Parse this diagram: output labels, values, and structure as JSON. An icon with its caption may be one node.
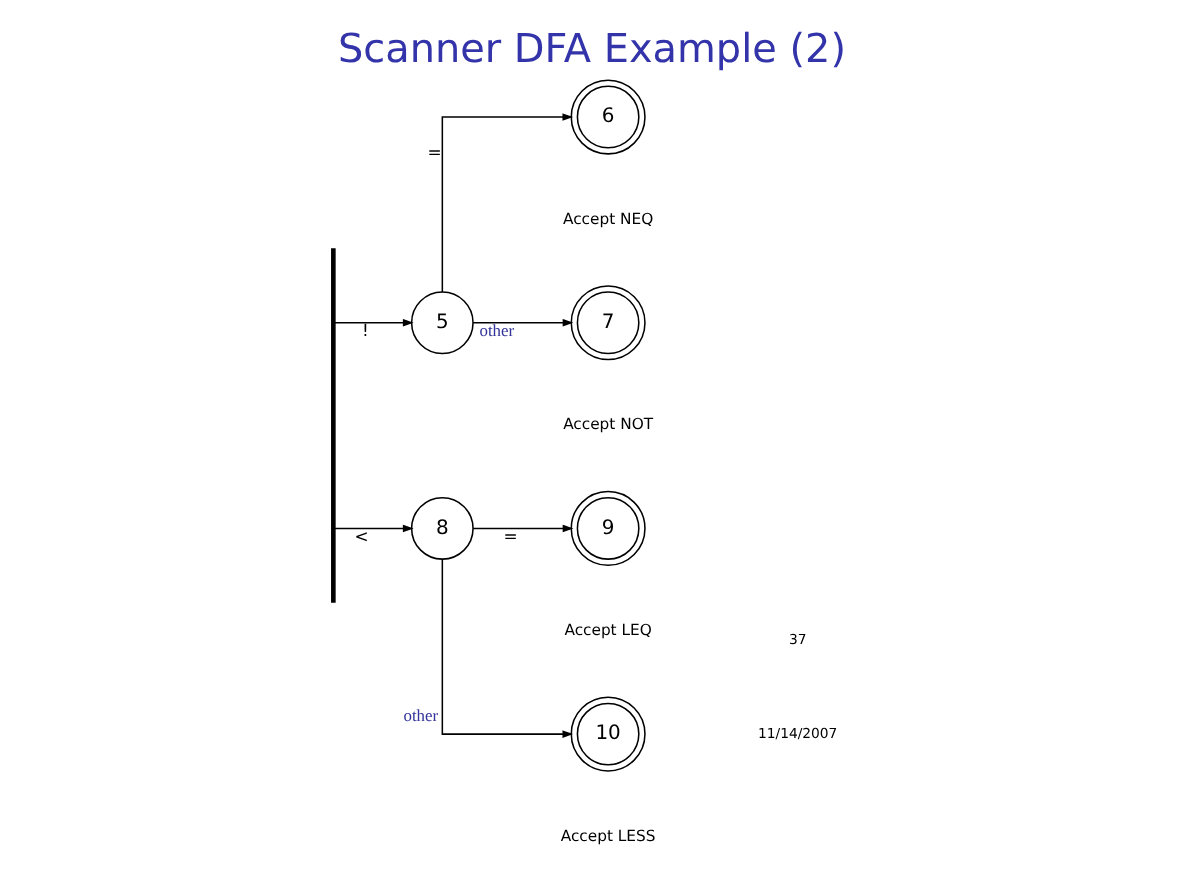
{
  "diagram": {
    "title": "Scanner DFA Example (2)",
    "nodes": [
      {
        "text": [],
        "shape": "bar"
      },
      {
        "text": [
          "5"
        ]
      },
      {
        "text": [
          "6"
        ],
        "beside": [
          "Accept NEQ"
        ]
      },
      {
        "text": [
          "7"
        ],
        "beside": [
          "Accept NOT"
        ]
      },
      {
        "text": [
          "8"
        ]
      },
      {
        "text": [
          "9"
        ],
        "beside": [
          "Accept LEQ"
        ]
      },
      {
        "text": [
          "10"
        ],
        "beside": [
          "Accept LESS"
        ]
      }
    ],
    "edges": [
      {
        "from": 0,
        "to": 1,
        "label": "!",
        "arrow": "to"
      },
      {
        "from": 1,
        "to": 2,
        "label": "=",
        "arrow": "to"
      },
      {
        "from": 1,
        "to": 3,
        "label": "other",
        "arrow": "to"
      },
      {
        "from": 0,
        "to": 4,
        "label": "<",
        "arrow": "to"
      },
      {
        "from": 4,
        "to": 5,
        "label": "=",
        "arrow": "to"
      },
      {
        "from": 4,
        "to": 6,
        "label": "other",
        "arrow": "to"
      }
    ],
    "labels": [
      "11/14/2007",
      "37"
    ]
  }
}
